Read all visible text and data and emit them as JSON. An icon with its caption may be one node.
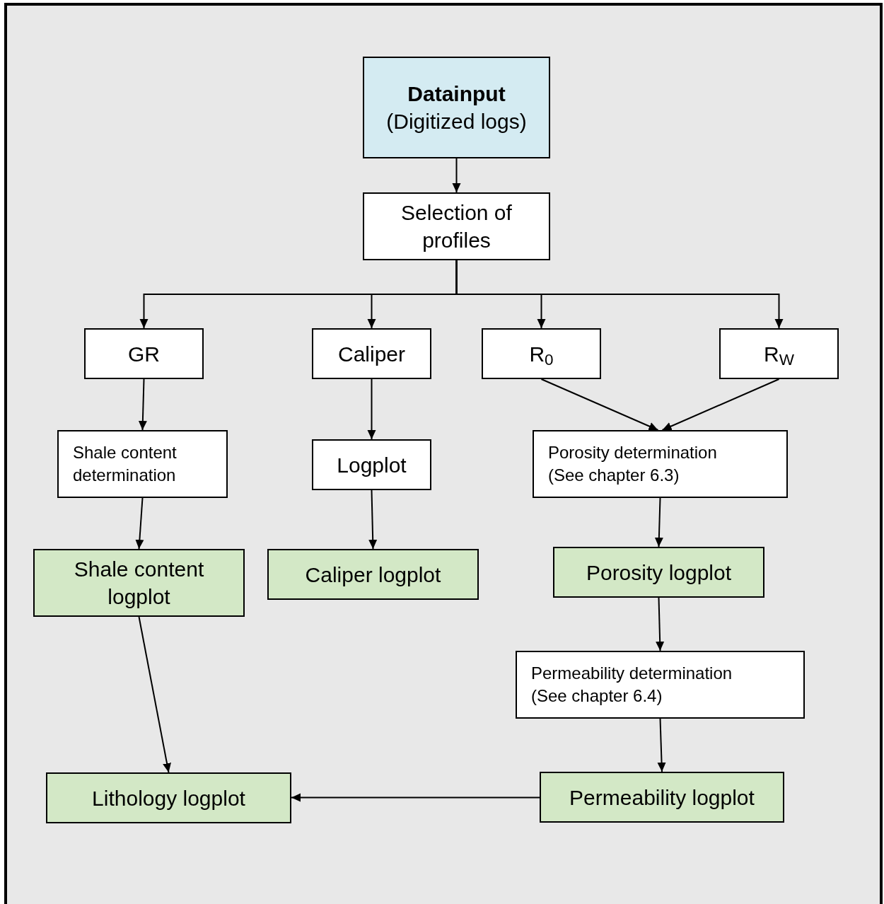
{
  "diagram": {
    "nodes": [
      {
        "text": [
          "Datainput",
          "(Digitized logs)"
        ]
      },
      {
        "text": [
          "Selection of profiles"
        ]
      },
      {
        "text": [
          "GR"
        ]
      },
      {
        "text": [
          "Caliper"
        ]
      },
      {
        "text": [
          "R$_{0}$"
        ]
      },
      {
        "text": [
          "R$_{W}$"
        ]
      },
      {
        "text": [
          "Shale content determination"
        ]
      },
      {
        "text": [
          "Logplot"
        ]
      },
      {
        "text": [
          "Porosity determination",
          "(See chapter 6.3)"
        ]
      },
      {
        "text": [
          "Shale content logplot"
        ]
      },
      {
        "text": [
          "Caliper logplot"
        ]
      },
      {
        "text": [
          "Porosity logplot"
        ]
      },
      {
        "text": [
          "Permeability determination",
          "(See chapter 6.4)"
        ]
      },
      {
        "text": [
          "Lithology logplot"
        ]
      },
      {
        "text": [
          "Permeability logplot"
        ]
      }
    ],
    "edges": [
      {
        "from": 0,
        "to": 1,
        "arrow": "to"
      },
      {
        "from": 1,
        "to": 2,
        "arrow": "to"
      },
      {
        "from": 1,
        "to": 3,
        "arrow": "to"
      },
      {
        "from": 1,
        "to": 4,
        "arrow": "to"
      },
      {
        "from": 1,
        "to": 5,
        "arrow": "to"
      },
      {
        "from": 2,
        "to": 6,
        "arrow": "to"
      },
      {
        "from": 6,
        "to": 9,
        "arrow": "to"
      },
      {
        "from": 3,
        "to": 7,
        "arrow": "to"
      },
      {
        "from": 7,
        "to": 10,
        "arrow": "to"
      },
      {
        "from": 4,
        "to": 8,
        "arrow": "to"
      },
      {
        "from": 5,
        "to": 8,
        "arrow": "to"
      },
      {
        "from": 8,
        "to": 11,
        "arrow": "to"
      },
      {
        "from": 11,
        "to": 12,
        "arrow": "to"
      },
      {
        "from": 12,
        "to": 14,
        "arrow": "to"
      },
      {
        "from": 14,
        "to": 13,
        "arrow": "to"
      },
      {
        "from": 9,
        "to": 13,
        "arrow": "to"
      }
    ]
  }
}
